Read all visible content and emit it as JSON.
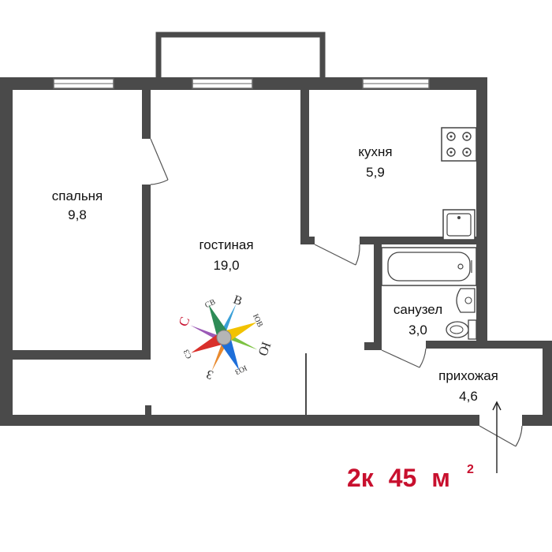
{
  "colors": {
    "wall": "#4a4a4a",
    "summary": "#c8102e",
    "compass_north": "#c8102e",
    "window_frame": "#666666"
  },
  "rooms": {
    "bedroom": {
      "name": "спальня",
      "area": "9,8"
    },
    "living": {
      "name": "гостиная",
      "area": "19,0"
    },
    "kitchen": {
      "name": "кухня",
      "area": "5,9"
    },
    "bathroom": {
      "name": "санузел",
      "area": "3,0"
    },
    "hallway": {
      "name": "прихожая",
      "area": "4,6"
    }
  },
  "compass": {
    "n": "С",
    "ne": "СВ",
    "e": "В",
    "se": "ЮВ",
    "s": "Ю",
    "sw": "ЮЗ",
    "w": "З",
    "nw": "СЗ"
  },
  "summary": {
    "rooms": "2к",
    "area": "45",
    "unit": "м",
    "unit_exp": "2"
  }
}
